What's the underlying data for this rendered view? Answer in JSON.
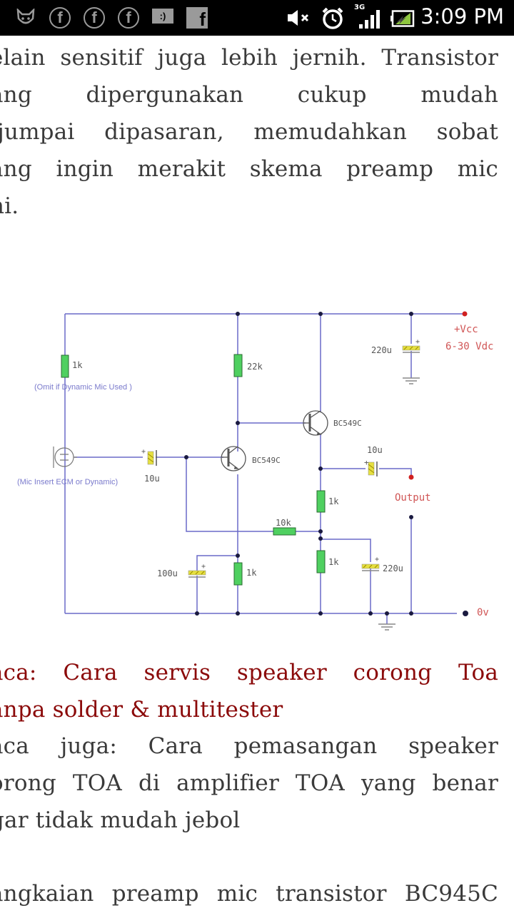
{
  "status_bar": {
    "left_icons": [
      "cat-app-icon",
      "facebook-circle-icon",
      "facebook-circle-icon",
      "facebook-circle-icon",
      "chat-smiley-icon",
      "facebook-square-icon"
    ],
    "chat_glyph": ":)",
    "fb_glyph": "f",
    "network_type": "3G",
    "right_icons": [
      "mute-icon",
      "alarm-icon",
      "signal-icon",
      "battery-charging-icon"
    ],
    "time": "3:09 PM"
  },
  "article": {
    "intro_lines": [
      "elain sensitif juga lebih jernih. Transistor",
      "ang dipergunakan cukup mudah",
      "ijumpai dipasaran, memudahkan sobat",
      "ang ingin merakit skema preamp mic",
      "ni."
    ],
    "related_link_lines": [
      "aca: Cara servis speaker corong Toa",
      "anpa solder & multitester"
    ],
    "related_link_2_lines": [
      "aca juga: Cara pemasangan speaker",
      "orong TOA di amplifier TOA yang benar",
      "gar tidak mudah jebol"
    ],
    "heading_line": "angkaian preamp mic transistor BC945C"
  },
  "schematic": {
    "title": "Preamp mic schematic",
    "labels": {
      "r_mic_bias": "1k",
      "omit_note": "(Omit if Dynamic Mic Used )",
      "r_collector1": "22k",
      "transistor1": "BC549C",
      "transistor2": "BC549C",
      "mic_note": "(Mic Insert  ECM or Dynamic)",
      "c_input": "10u",
      "c_output": "10u",
      "r_emitter2": "1k",
      "r_feedback": "10k",
      "r_emitter2b": "1k",
      "c_bypass2": "220u",
      "c_bypass1": "100u",
      "r_emitter1": "1k",
      "c_supply": "220u",
      "vcc": "+Vcc",
      "vcc_range": "6-30 Vdc",
      "output": "Output",
      "ground": "0v"
    },
    "colors": {
      "wire": "#6a6ac8",
      "node": "#1a1a40",
      "resistor": "#4fd060",
      "capacitor": "#e6e040",
      "terminal_red": "#d02020",
      "label_red": "#d05555"
    }
  }
}
